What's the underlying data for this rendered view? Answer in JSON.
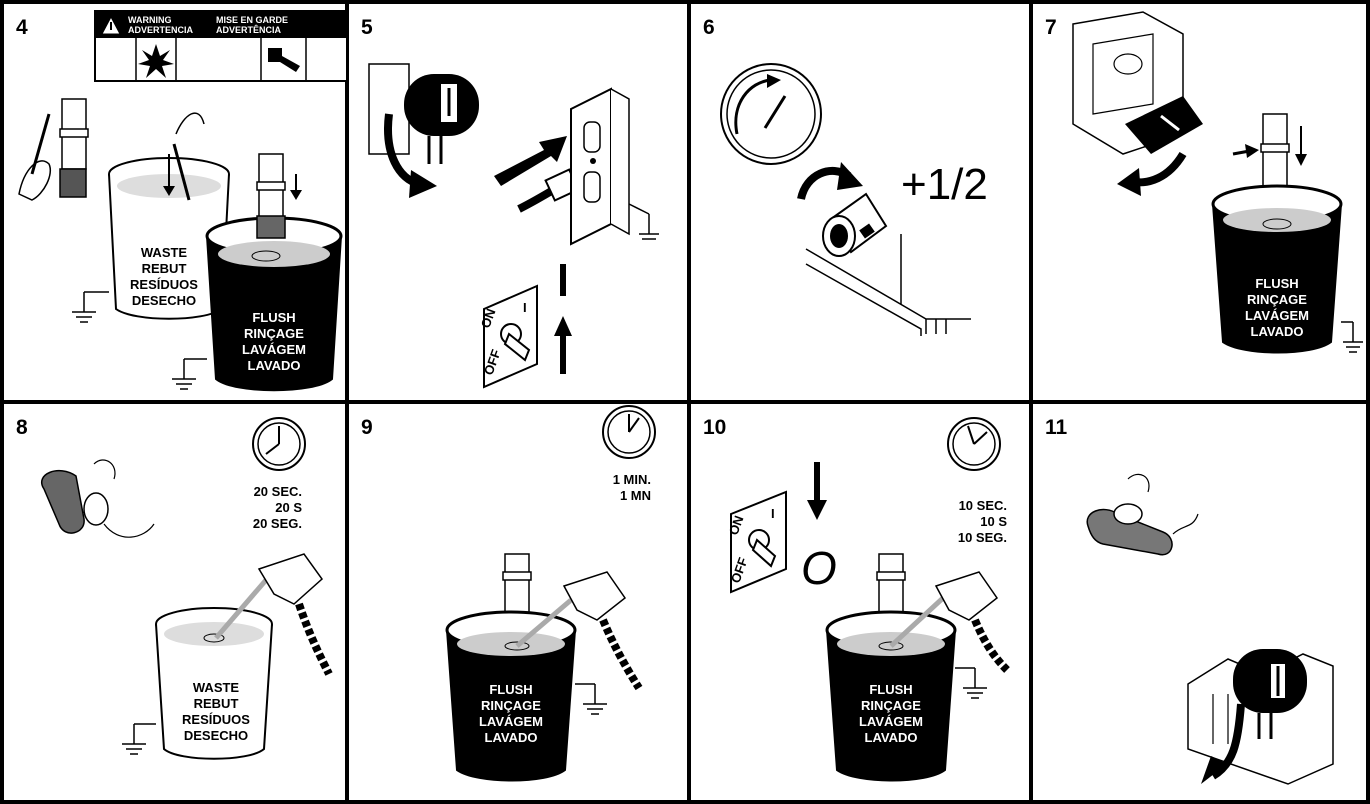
{
  "warning_box": {
    "warning": "WARNING",
    "advertencia": "ADVERTENCIA",
    "mise_en_garde": "MISE EN GARDE",
    "advertencia_pt": "ADVERTÊNCIA"
  },
  "panels": [
    {
      "number": "4"
    },
    {
      "number": "5"
    },
    {
      "number": "6"
    },
    {
      "number": "7"
    },
    {
      "number": "8"
    },
    {
      "number": "9"
    },
    {
      "number": "10"
    },
    {
      "number": "11"
    }
  ],
  "labels": {
    "waste": [
      "WASTE",
      "REBUT",
      "RESÍDUOS",
      "DESECHO"
    ],
    "flush": [
      "FLUSH",
      "RINÇAGE",
      "LAVÁGEM",
      "LAVADO"
    ],
    "step6_turn": "+1/2",
    "step8_time": [
      "20 SEC.",
      "20 S",
      "20 SEG."
    ],
    "step9_time": [
      "1 MIN.",
      "1 MN"
    ],
    "step10_time": [
      "10 SEC.",
      "10 S",
      "10 SEG."
    ],
    "switch_on": "ON",
    "switch_off": "OFF",
    "switch_mark_i": "I",
    "switch_mark_o": "O"
  },
  "colors": {
    "ink": "#000000",
    "paper": "#ffffff",
    "fluid": "#cccccc"
  }
}
